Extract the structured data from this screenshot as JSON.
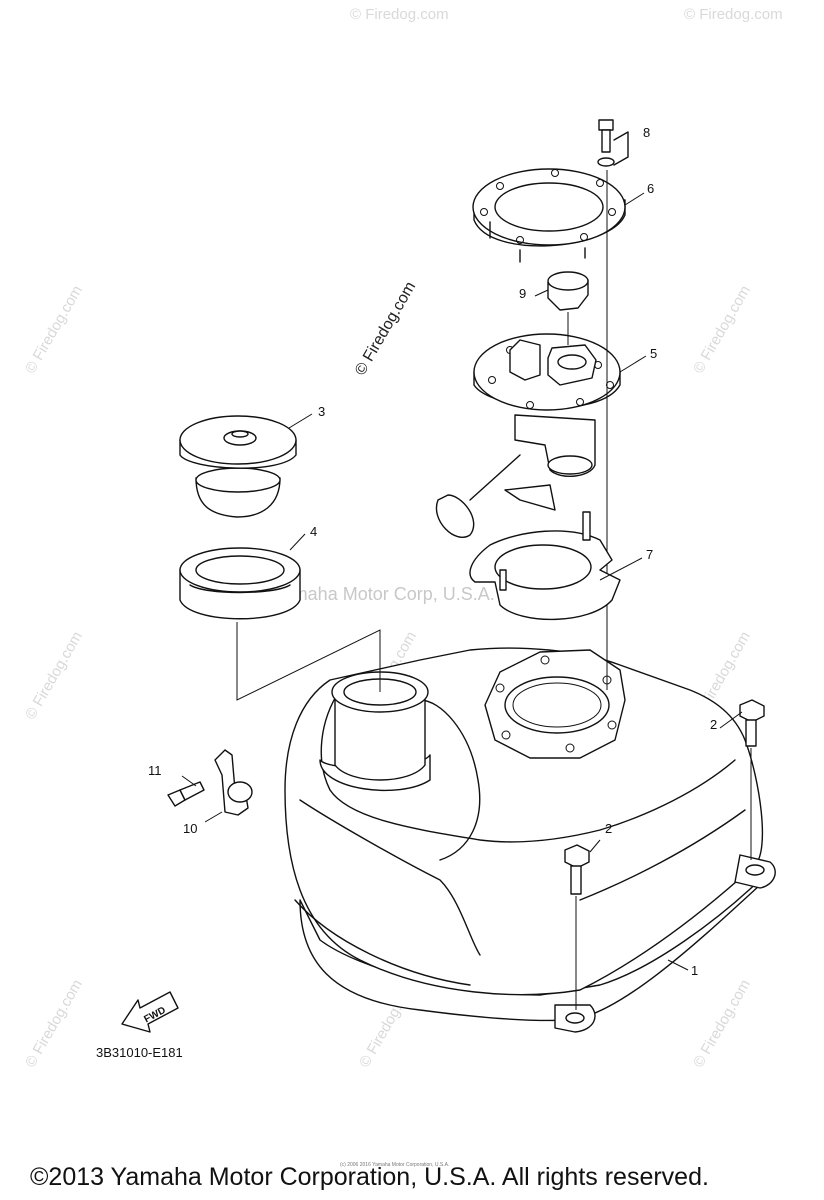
{
  "watermark": {
    "site": "© Firedog.com",
    "center": "© Firedog.com",
    "yamaha": "Yamaha Motor Corp, U.S.A."
  },
  "callouts": {
    "c1": "1",
    "c2a": "2",
    "c2b": "2",
    "c3": "3",
    "c4": "4",
    "c5": "5",
    "c6": "6",
    "c7": "7",
    "c8": "8",
    "c9": "9",
    "c10": "10",
    "c11": "11"
  },
  "fwd_label": "FWD",
  "diagram_code": "3B31010-E181",
  "tiny_copyright": "(c) 2006 2016 Yamaha Motor Corporation, U.S.A.",
  "copyright": "©2013 Yamaha Motor Corporation, U.S.A. All rights reserved."
}
